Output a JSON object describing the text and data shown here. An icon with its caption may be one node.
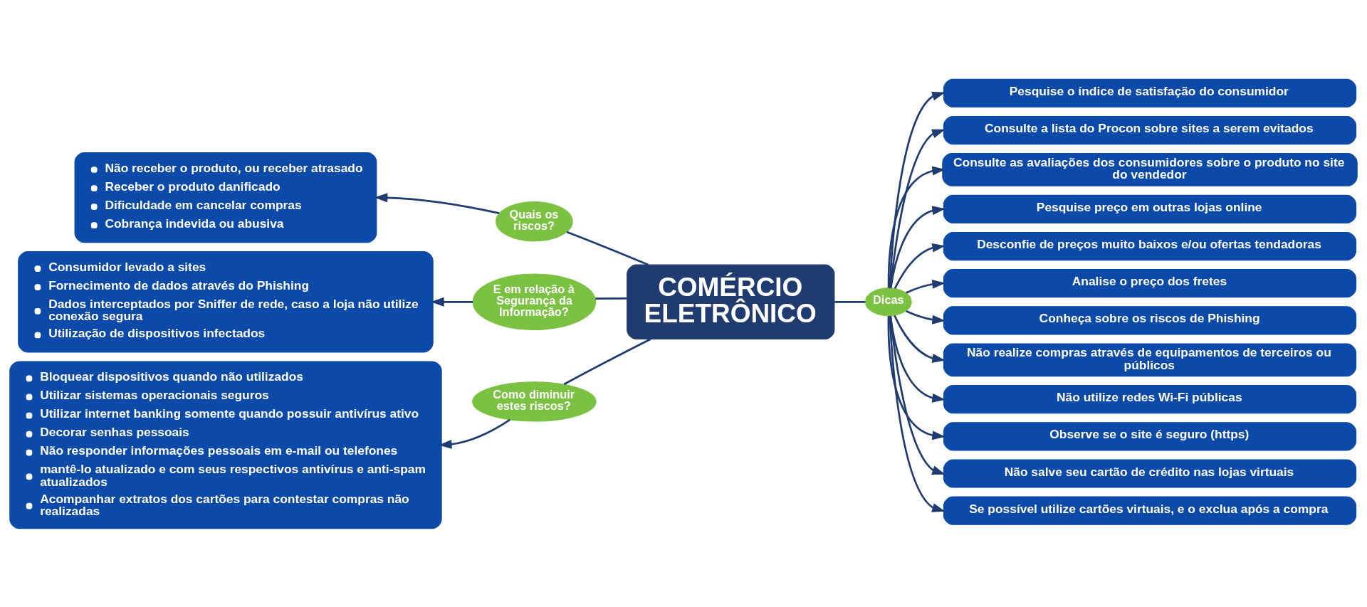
{
  "diagram": {
    "nodes": [
      {
        "text": [
          "COMÉRCIO ELETRÔNICO"
        ]
      },
      {
        "text": [
          "Quais os riscos?"
        ]
      },
      {
        "text": [
          "Não receber o produto, ou receber atrasado",
          "Receber o produto danificado",
          "Dificuldade em cancelar compras",
          "Cobrança indevida ou abusiva"
        ]
      },
      {
        "text": [
          "E em relação à Segurança da Informação?"
        ]
      },
      {
        "text": [
          "Consumidor levado a sites",
          "Fornecimento de dados através do Phishing",
          "Dados interceptados por Sniffer de rede, caso a loja não utilize conexão segura",
          "Utilização de dispositivos infectados"
        ]
      },
      {
        "text": [
          "Como diminuir estes riscos?"
        ]
      },
      {
        "text": [
          "Bloquear dispositivos quando não utilizados",
          "Utilizar sistemas operacionais seguros",
          "Utilizar internet banking somente quando possuir antivírus ativo",
          "Decorar senhas pessoais",
          "Não responder informações pessoais em e-mail ou telefones",
          "mantê-lo atualizado e com seus respectivos antivírus e anti-spam atualizados",
          "Acompanhar extratos dos cartões para contestar compras não realizadas"
        ]
      },
      {
        "text": [
          "Dicas"
        ]
      },
      {
        "text": [
          "Pesquise o índice de satisfação do consumidor"
        ]
      },
      {
        "text": [
          "Consulte a lista do Procon sobre sites a serem evitados"
        ]
      },
      {
        "text": [
          "Consulte as avaliações dos consumidores sobre o produto no site do vendedor"
        ]
      },
      {
        "text": [
          "Pesquise preço em outras lojas online"
        ]
      },
      {
        "text": [
          "Desconfie de preços muito baixos e/ou ofertas tendadoras"
        ]
      },
      {
        "text": [
          "Analise o preço dos fretes"
        ]
      },
      {
        "text": [
          "Conheça sobre os riscos de Phishing"
        ]
      },
      {
        "text": [
          "Não realize compras através de equipamentos de terceiros ou públicos"
        ]
      },
      {
        "text": [
          "Não utilize redes Wi-Fi públicas"
        ]
      },
      {
        "text": [
          "Observe se o site é seguro (https)"
        ]
      },
      {
        "text": [
          "Não salve seu cartão de crédito nas lojas virtuais"
        ]
      },
      {
        "text": [
          "Se possível utilize cartões virtuais, e o exclua após a compra"
        ]
      }
    ],
    "edges": [
      {
        "from": 0,
        "to": 1,
        "arrow": "none"
      },
      {
        "from": 1,
        "to": 2,
        "arrow": "to"
      },
      {
        "from": 0,
        "to": 3,
        "arrow": "none"
      },
      {
        "from": 3,
        "to": 4,
        "arrow": "to"
      },
      {
        "from": 0,
        "to": 5,
        "arrow": "none"
      },
      {
        "from": 5,
        "to": 6,
        "arrow": "to"
      },
      {
        "from": 0,
        "to": 7,
        "arrow": "none"
      },
      {
        "from": 7,
        "to": 8,
        "arrow": "to"
      },
      {
        "from": 7,
        "to": 9,
        "arrow": "to"
      },
      {
        "from": 7,
        "to": 10,
        "arrow": "to"
      },
      {
        "from": 7,
        "to": 11,
        "arrow": "to"
      },
      {
        "from": 7,
        "to": 12,
        "arrow": "to"
      },
      {
        "from": 7,
        "to": 13,
        "arrow": "to"
      },
      {
        "from": 7,
        "to": 14,
        "arrow": "to"
      },
      {
        "from": 7,
        "to": 15,
        "arrow": "to"
      },
      {
        "from": 7,
        "to": 16,
        "arrow": "to"
      },
      {
        "from": 7,
        "to": 17,
        "arrow": "to"
      },
      {
        "from": 7,
        "to": 18,
        "arrow": "to"
      },
      {
        "from": 7,
        "to": 19,
        "arrow": "to"
      }
    ]
  }
}
